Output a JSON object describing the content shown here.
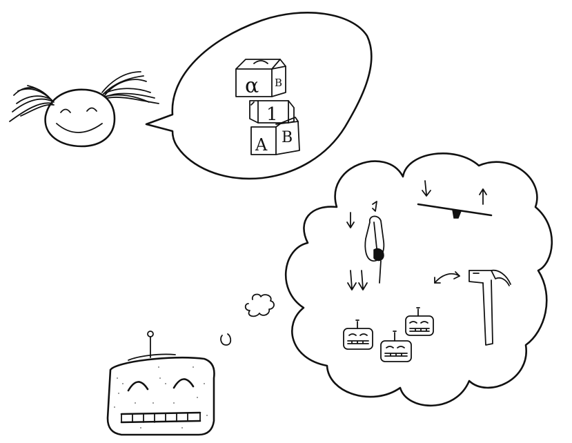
{
  "blocks": {
    "top_left": "α",
    "top_right": "B",
    "middle": "1",
    "bottom_left": "A",
    "bottom_right": "B"
  },
  "colors": {
    "ink": "#111111",
    "paper": "#ffffff"
  },
  "icons": [
    "girl-face-icon",
    "speech-bubble-icon",
    "letter-blocks-icon",
    "robot-face-icon",
    "thought-bubble-icon",
    "seesaw-icon",
    "hammer-icon",
    "small-robot-icon"
  ]
}
